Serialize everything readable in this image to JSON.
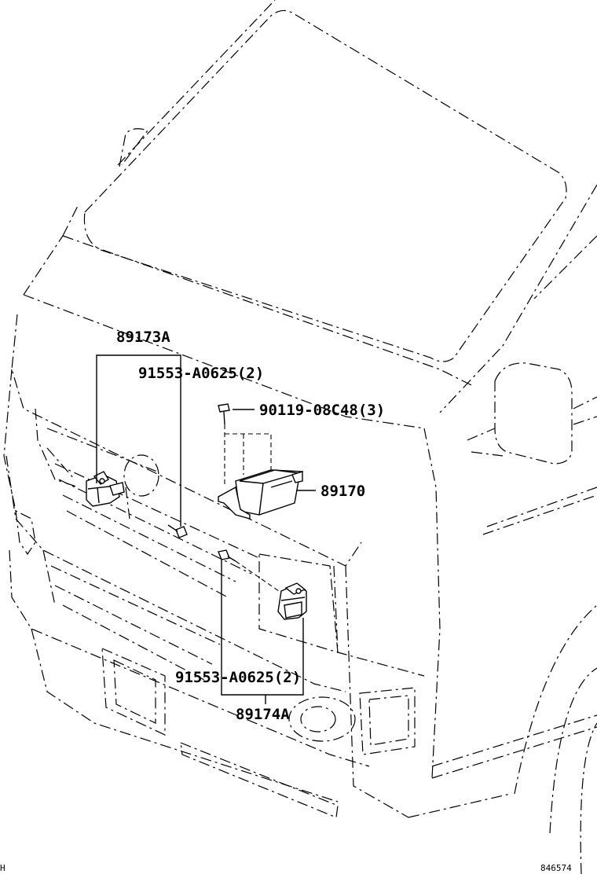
{
  "labels": {
    "p89173a": "89173A",
    "p91553_top": "91553-A0625(2)",
    "p90119": "90119-08C48(3)",
    "p89170": "89170",
    "p91553_bottom": "91553-A0625(2)",
    "p89174a": "89174A"
  },
  "corner_left": "H",
  "drawing_code": "846574"
}
